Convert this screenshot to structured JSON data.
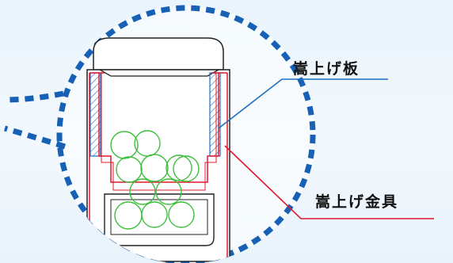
{
  "labels": {
    "lift_plate": "嵩上げ板",
    "lift_bracket": "嵩上げ金具"
  },
  "colors": {
    "background": "#eaf4fc",
    "circle_dash": "#1660b6",
    "lift_plate_accent": "#1a6fc4",
    "lift_bracket_accent": "#e0182c",
    "text": "#111111",
    "balls": "#3bbf3b",
    "outline": "#222222"
  },
  "icons": [
    "magnifier-circle",
    "hatched-panel",
    "ball"
  ]
}
